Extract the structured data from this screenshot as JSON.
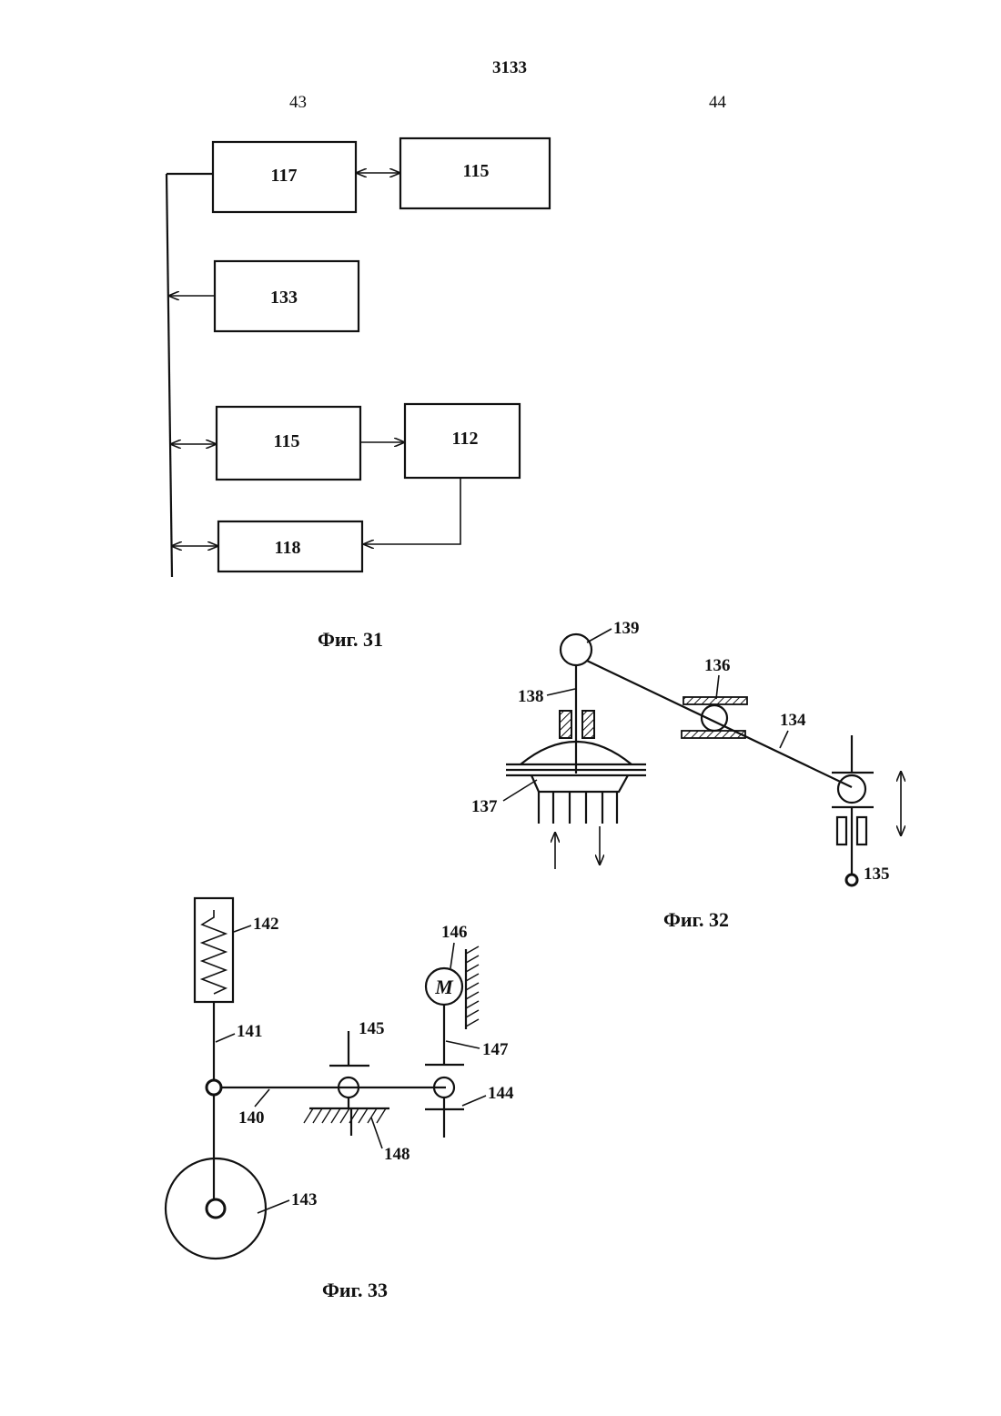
{
  "header": {
    "page_number": "3133",
    "left_column": "43",
    "right_column": "44"
  },
  "fig31": {
    "caption": "Фиг. 31",
    "blocks": {
      "b117": "117",
      "b115_top": "115",
      "b133": "133",
      "b115_bottom": "115",
      "b112": "112",
      "b118": "118"
    }
  },
  "fig32": {
    "caption": "Фиг. 32",
    "refs": {
      "r139": "139",
      "r136": "136",
      "r138": "138",
      "r134": "134",
      "r137": "137",
      "r135": "135"
    }
  },
  "fig33": {
    "caption": "Фиг. 33",
    "motor_symbol": "M",
    "refs": {
      "r142": "142",
      "r146": "146",
      "r141": "141",
      "r145": "145",
      "r147": "147",
      "r144": "144",
      "r140": "140",
      "r148": "148",
      "r143": "143"
    }
  },
  "colors": {
    "ink": "#111111",
    "paper": "#ffffff"
  }
}
